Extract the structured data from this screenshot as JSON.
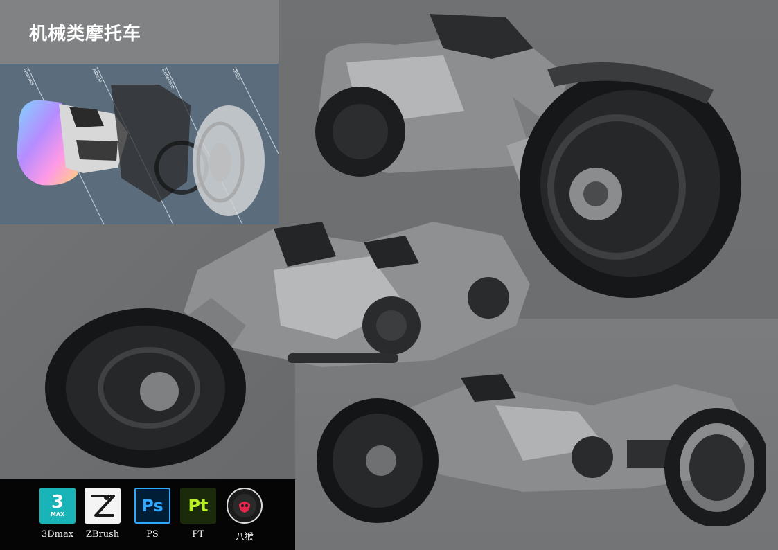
{
  "page": {
    "title": "机械类摩托车"
  },
  "breakdown": {
    "passes": [
      "Normals",
      "Albedo",
      "Reflectivity",
      "Gloss"
    ]
  },
  "software": [
    {
      "label": "3Dmax",
      "logo_text": "3",
      "logo_sub": "MAX",
      "icon": "3dsmax-icon",
      "color": "#19b4b8"
    },
    {
      "label": "ZBrush",
      "logo_text": "",
      "logo_sub": "",
      "icon": "zbrush-icon",
      "color": "#f4f4f4"
    },
    {
      "label": "PS",
      "logo_text": "Ps",
      "logo_sub": "",
      "icon": "photoshop-icon",
      "color": "#31a8ff"
    },
    {
      "label": "PT",
      "logo_text": "Pt",
      "logo_sub": "",
      "icon": "substance-painter-icon",
      "color": "#b8f026"
    },
    {
      "label": "八猴",
      "logo_text": "",
      "logo_sub": "",
      "icon": "marmoset-icon",
      "color": "#e8254c"
    }
  ]
}
